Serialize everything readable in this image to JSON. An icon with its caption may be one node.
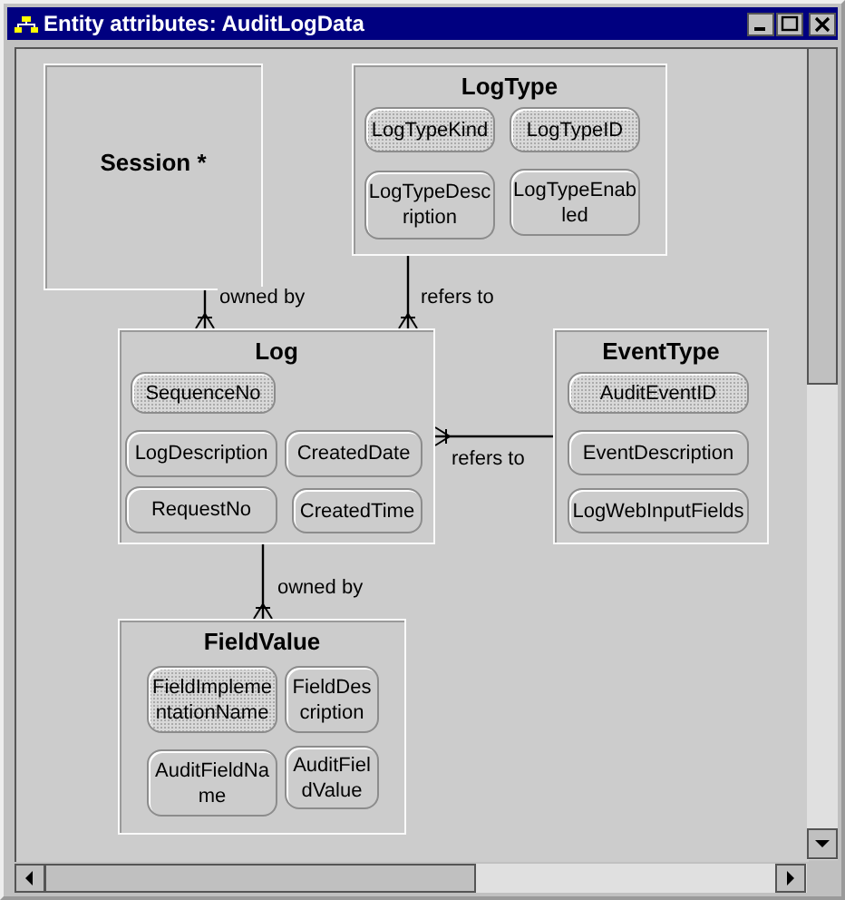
{
  "diagram": {
    "title": "Entity attributes: AuditLogData",
    "nodes": [
      {
        "text": [
          "Session *"
        ]
      },
      {
        "text": [
          "LogType"
        ]
      },
      {
        "text": [
          "LogTypeKind"
        ],
        "in": 1
      },
      {
        "text": [
          "LogTypeID"
        ],
        "in": 1
      },
      {
        "text": [
          "LogTypeDescription"
        ],
        "in": 1
      },
      {
        "text": [
          "LogTypeEnabled"
        ],
        "in": 1
      },
      {
        "text": [
          "Log"
        ]
      },
      {
        "text": [
          "SequenceNo"
        ],
        "in": 6
      },
      {
        "text": [
          "LogDescription"
        ],
        "in": 6
      },
      {
        "text": [
          "CreatedDate"
        ],
        "in": 6
      },
      {
        "text": [
          "RequestNo"
        ],
        "in": 6
      },
      {
        "text": [
          "CreatedTime"
        ],
        "in": 6
      },
      {
        "text": [
          "EventType"
        ]
      },
      {
        "text": [
          "AuditEventID"
        ],
        "in": 12
      },
      {
        "text": [
          "EventDescription"
        ],
        "in": 12
      },
      {
        "text": [
          "LogWebInputFields"
        ],
        "in": 12
      },
      {
        "text": [
          "FieldValue"
        ]
      },
      {
        "text": [
          "FieldImplementationName"
        ],
        "in": 16
      },
      {
        "text": [
          "FieldDescription"
        ],
        "in": 16
      },
      {
        "text": [
          "AuditFieldName"
        ],
        "in": 16
      },
      {
        "text": [
          "AuditFieldValue"
        ],
        "in": 16
      }
    ],
    "edges": [
      {
        "from": 0,
        "to": 6,
        "label": "owned by",
        "arrow": "other"
      },
      {
        "from": 1,
        "to": 6,
        "label": "refers to",
        "arrow": "other"
      },
      {
        "from": 12,
        "to": 6,
        "label": "refers to",
        "arrow": "other"
      },
      {
        "from": 6,
        "to": 16,
        "label": "owned by",
        "arrow": "other"
      }
    ]
  }
}
